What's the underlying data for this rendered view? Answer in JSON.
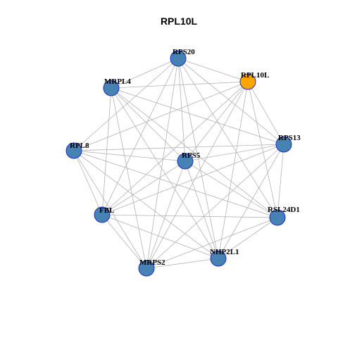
{
  "title": "RPL10L",
  "colors": {
    "hub_fill": "#FFA500",
    "node_fill": "#4682B4",
    "node_stroke": "#1F2FBF",
    "edge": "#B3B3B3"
  },
  "nodes": [
    {
      "id": "RPS20",
      "label": "RPS20",
      "hub": false
    },
    {
      "id": "RPL10L",
      "label": "RPL10L",
      "hub": true
    },
    {
      "id": "MRPL4",
      "label": "MRPL4",
      "hub": false
    },
    {
      "id": "RPS13",
      "label": "RPS13",
      "hub": false
    },
    {
      "id": "RPL8",
      "label": "RPL8",
      "hub": false
    },
    {
      "id": "RPS5",
      "label": "RPS5",
      "hub": false
    },
    {
      "id": "FBL",
      "label": "FBL",
      "hub": false
    },
    {
      "id": "RSL24D1",
      "label": "RSL24D1",
      "hub": false
    },
    {
      "id": "NHP2L1",
      "label": "NHP2L1",
      "hub": false
    },
    {
      "id": "MRPS2",
      "label": "MRPS2",
      "hub": false
    }
  ],
  "edges": [
    [
      "RPS20",
      "RPL10L"
    ],
    [
      "RPS20",
      "MRPL4"
    ],
    [
      "RPS20",
      "RPS13"
    ],
    [
      "RPS20",
      "RPL8"
    ],
    [
      "RPS20",
      "RPS5"
    ],
    [
      "RPS20",
      "FBL"
    ],
    [
      "RPS20",
      "RSL24D1"
    ],
    [
      "RPS20",
      "NHP2L1"
    ],
    [
      "RPS20",
      "MRPS2"
    ],
    [
      "RPL10L",
      "MRPL4"
    ],
    [
      "RPL10L",
      "RPS13"
    ],
    [
      "RPL10L",
      "RPL8"
    ],
    [
      "RPL10L",
      "RPS5"
    ],
    [
      "RPL10L",
      "FBL"
    ],
    [
      "RPL10L",
      "RSL24D1"
    ],
    [
      "RPL10L",
      "NHP2L1"
    ],
    [
      "RPL10L",
      "MRPS2"
    ],
    [
      "MRPL4",
      "RPS13"
    ],
    [
      "MRPL4",
      "RPS5"
    ],
    [
      "MRPL4",
      "FBL"
    ],
    [
      "MRPL4",
      "RSL24D1"
    ],
    [
      "MRPL4",
      "NHP2L1"
    ],
    [
      "MRPL4",
      "MRPS2"
    ],
    [
      "RPS13",
      "RPL8"
    ],
    [
      "RPS13",
      "RPS5"
    ],
    [
      "RPS13",
      "FBL"
    ],
    [
      "RPS13",
      "RSL24D1"
    ],
    [
      "RPS13",
      "NHP2L1"
    ],
    [
      "RPS13",
      "MRPS2"
    ],
    [
      "RPL8",
      "RPS5"
    ],
    [
      "RPL8",
      "FBL"
    ],
    [
      "RPL8",
      "RSL24D1"
    ],
    [
      "RPL8",
      "NHP2L1"
    ],
    [
      "RPL8",
      "MRPS2"
    ],
    [
      "RPS5",
      "FBL"
    ],
    [
      "RPS5",
      "RSL24D1"
    ],
    [
      "RPS5",
      "NHP2L1"
    ],
    [
      "RPS5",
      "MRPS2"
    ],
    [
      "FBL",
      "RSL24D1"
    ],
    [
      "FBL",
      "NHP2L1"
    ],
    [
      "FBL",
      "MRPS2"
    ],
    [
      "RSL24D1",
      "NHP2L1"
    ],
    [
      "RSL24D1",
      "MRPS2"
    ],
    [
      "NHP2L1",
      "MRPS2"
    ]
  ]
}
